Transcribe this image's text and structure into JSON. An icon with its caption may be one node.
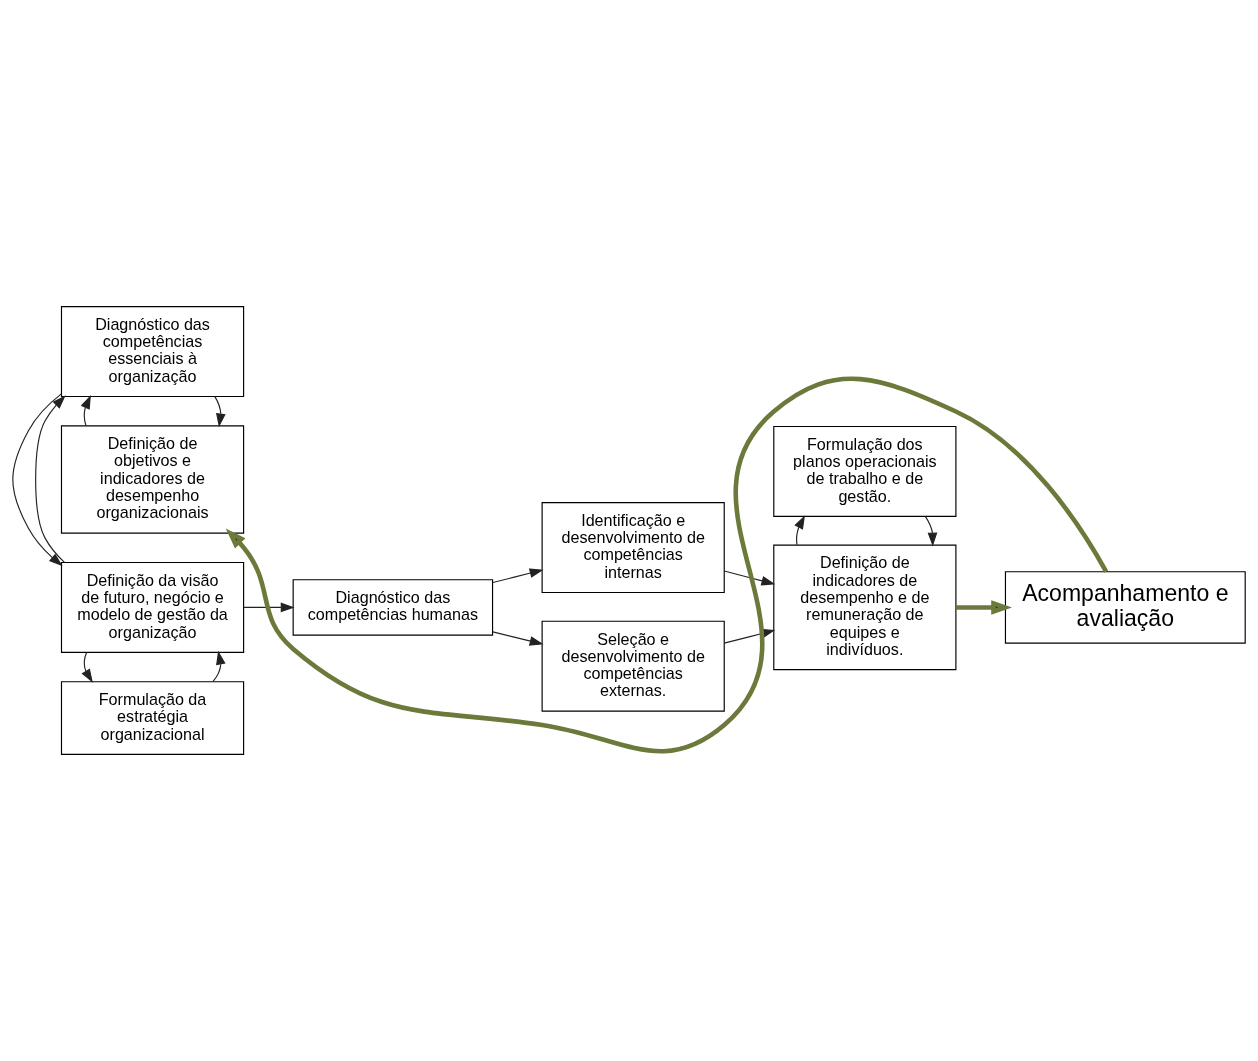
{
  "diagram": {
    "nodes": [
      {
        "text": [
          "Formulação da estratégia organizacional"
        ]
      },
      {
        "text": [
          "Definição da visão de futuro, negócio e modelo de gestão da organização"
        ]
      },
      {
        "text": [
          "Diagnóstico das competências essenciais à organização"
        ]
      },
      {
        "text": [
          "Definição de objetivos e indicadores de desempenho organizacionais"
        ]
      },
      {
        "text": [
          "Diagnóstico das competências humanas"
        ]
      },
      {
        "text": [
          "Identificação e desenvolvimento de competências internas"
        ]
      },
      {
        "text": [
          "Seleção e desenvolvimento de competências externas."
        ]
      },
      {
        "text": [
          "Formulação dos planos operacionais de trabalho e de gestão."
        ]
      },
      {
        "text": [
          "Definição de indicadores de desempenho e de remuneração de equipes e indivíduos."
        ]
      },
      {
        "text": [
          "Acompanhamento e avaliação"
        ]
      }
    ],
    "edges": [
      {
        "from": 0,
        "to": 1,
        "arrow": "to"
      },
      {
        "from": 1,
        "to": 0,
        "arrow": "to"
      },
      {
        "from": 1,
        "to": 2,
        "arrow": "to"
      },
      {
        "from": 2,
        "to": 1,
        "arrow": "to"
      },
      {
        "from": 2,
        "to": 3,
        "arrow": "to"
      },
      {
        "from": 3,
        "to": 2,
        "arrow": "to"
      },
      {
        "from": 1,
        "to": 4,
        "arrow": "to"
      },
      {
        "from": 4,
        "to": 5,
        "arrow": "to"
      },
      {
        "from": 4,
        "to": 6,
        "arrow": "to"
      },
      {
        "from": 5,
        "to": 8,
        "arrow": "to"
      },
      {
        "from": 6,
        "to": 8,
        "arrow": "to"
      },
      {
        "from": 7,
        "to": 8,
        "arrow": "to"
      },
      {
        "from": 8,
        "to": 7,
        "arrow": "to"
      },
      {
        "from": 8,
        "to": 9,
        "arrow": "to",
        "style": "thick",
        "color": "#6b7a3a"
      },
      {
        "from": 9,
        "to": 3,
        "arrow": "to",
        "style": "thick",
        "color": "#6b7a3a"
      }
    ]
  }
}
